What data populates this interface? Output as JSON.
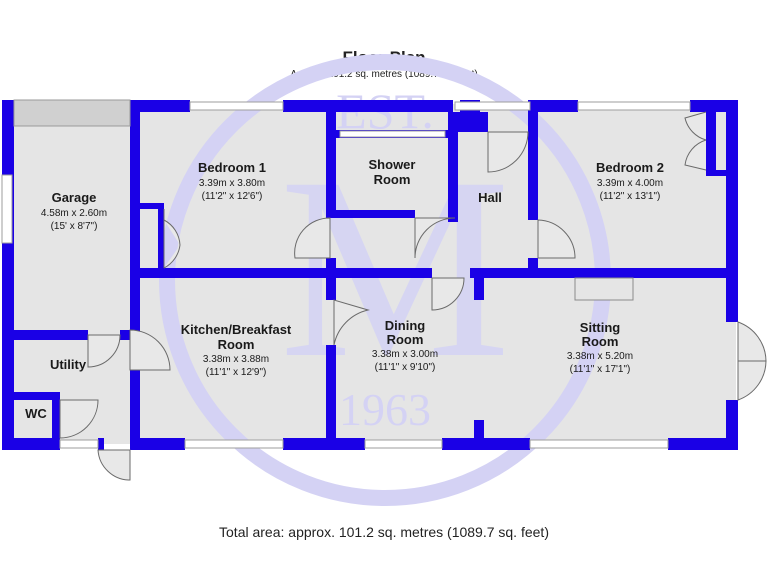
{
  "header": {
    "title": "Floor Plan",
    "subtitle": "Approx. 101.2 sq. metres (1089.7 sq. feet)"
  },
  "footer": {
    "total": "Total area: approx. 101.2 sq. metres (1089.7 sq. feet)"
  },
  "watermark": {
    "text_top": "EST.",
    "monogram": "M",
    "year": "1963"
  },
  "rooms": {
    "garage": {
      "name": "Garage",
      "metric": "4.58m x 2.60m",
      "imperial": "(15' x 8'7\")"
    },
    "bedroom1": {
      "name": "Bedroom 1",
      "metric": "3.39m x 3.80m",
      "imperial": "(11'2\" x 12'6\")"
    },
    "shower": {
      "name_line1": "Shower",
      "name_line2": "Room"
    },
    "hall": {
      "name": "Hall"
    },
    "bedroom2": {
      "name": "Bedroom 2",
      "metric": "3.39m x 4.00m",
      "imperial": "(11'2\" x 13'1\")"
    },
    "kitchen": {
      "name_line1": "Kitchen/Breakfast",
      "name_line2": "Room",
      "metric": "3.38m x 3.88m",
      "imperial": "(11'1\" x 12'9\")"
    },
    "dining": {
      "name_line1": "Dining",
      "name_line2": "Room",
      "metric": "3.38m x 3.00m",
      "imperial": "(11'1\" x 9'10\")"
    },
    "sitting": {
      "name_line1": "Sitting",
      "name_line2": "Room",
      "metric": "3.38m x 5.20m",
      "imperial": "(11'1\" x 17'1\")"
    },
    "utility": {
      "name": "Utility"
    },
    "wc": {
      "name": "WC"
    }
  },
  "colors": {
    "wall": "#1a00e6",
    "floor": "#e5e5e5",
    "watermark": "#d4d2f4",
    "text": "#1a1a1a"
  }
}
